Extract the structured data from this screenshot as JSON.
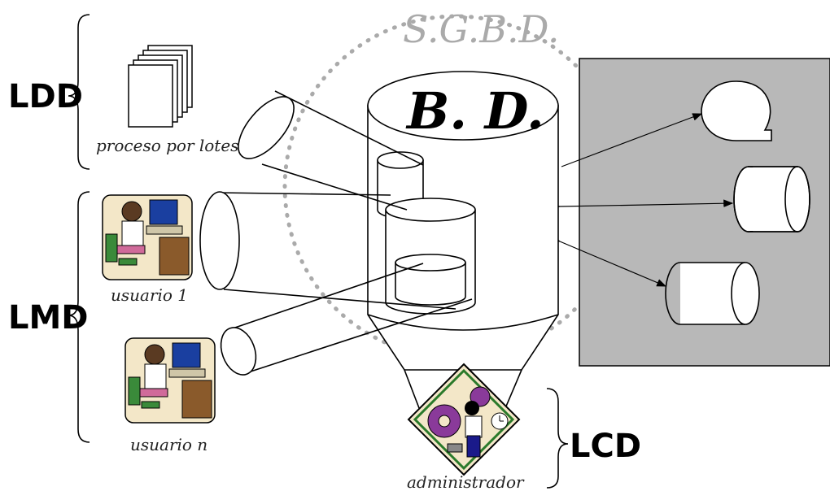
{
  "title": "S.G.B.D.",
  "database_label": "B. D.",
  "languages": {
    "ldd": "LDD",
    "lmd": "LMD",
    "lcd": "LCD"
  },
  "actors": {
    "batch": "proceso por lotes",
    "user1": "usuario 1",
    "usern": "usuario n",
    "admin": "administrador"
  },
  "colors": {
    "storage_panel": "#b8b8b8",
    "sgbd_ring": "#aaaaaa"
  },
  "icons": [
    "documents-icon",
    "user-at-computer-icon",
    "user-at-computer-icon",
    "administrator-gears-icon",
    "disk-storage-icon",
    "cylinder-storage-icon"
  ]
}
